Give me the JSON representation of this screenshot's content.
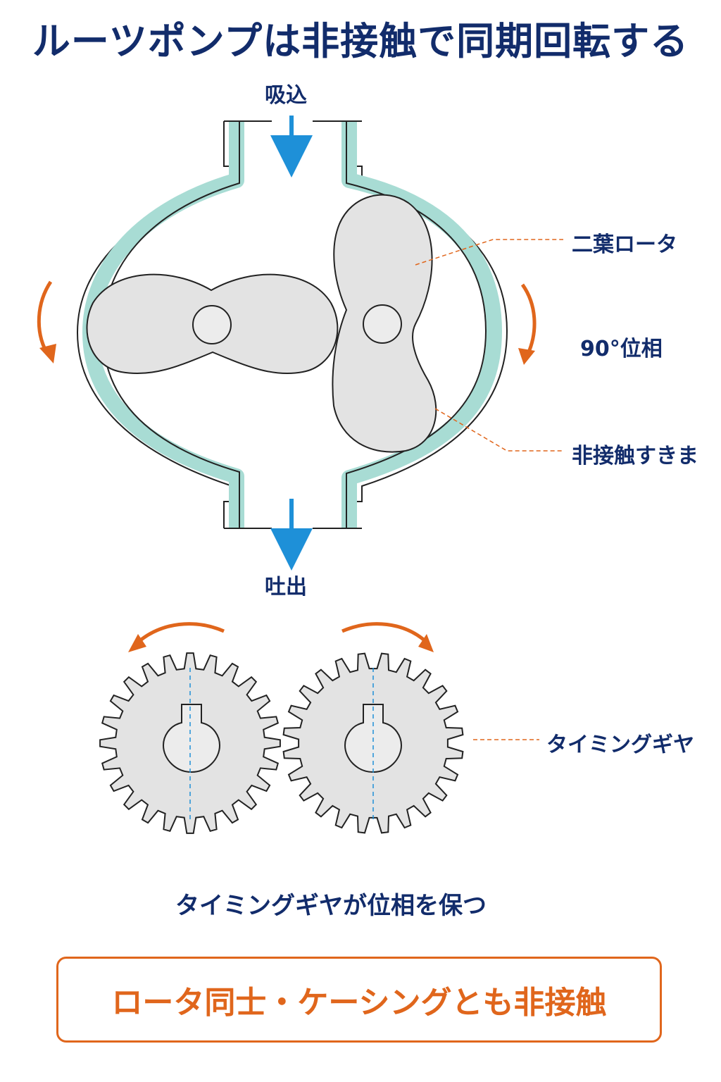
{
  "title": "ルーツポンプは非接触で同期回転する",
  "labels": {
    "suction": "吸込",
    "discharge": "吐出",
    "rotor": "二葉ロータ",
    "phase": "90°位相",
    "clearance": "非接触すきま",
    "timing_gear": "タイミングギヤ"
  },
  "caption": "タイミングギヤが位相を保つ",
  "callout": "ロータ同士・ケーシングとも非接触",
  "colors": {
    "title": "#122c6b",
    "casing_fill": "#a8dcd4",
    "rotor_fill": "#e3e3e3",
    "flow_arrow": "#1e90d8",
    "rotation_arrow": "#e0661c",
    "leader_line": "#e0661c"
  }
}
